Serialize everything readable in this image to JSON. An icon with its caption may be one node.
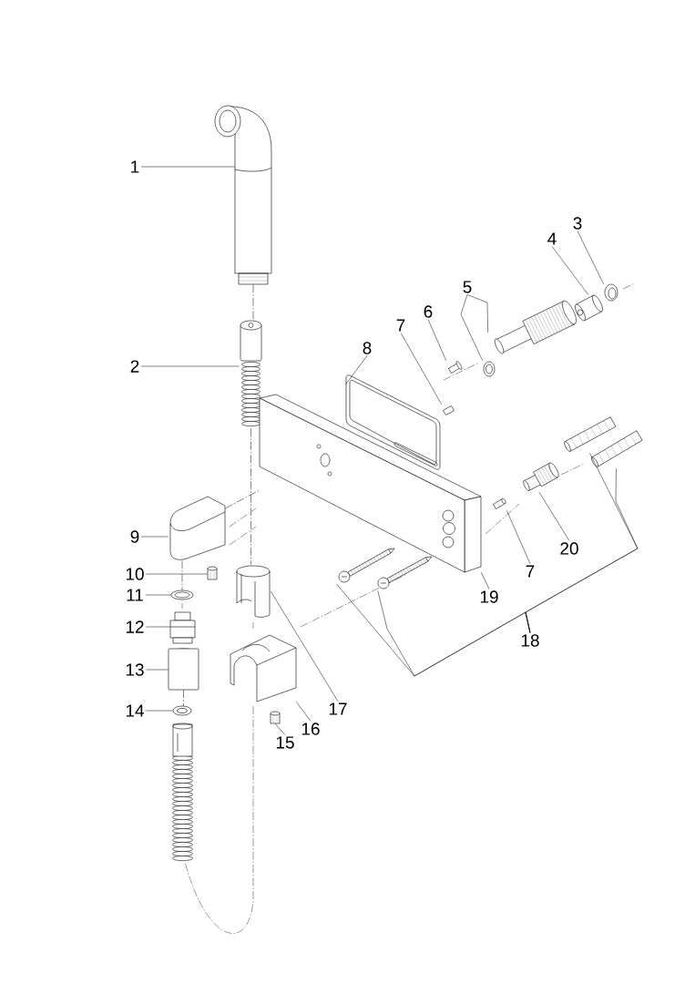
{
  "diagram": {
    "nodes": [
      {
        "text": [
          "1"
        ]
      },
      {
        "text": [],
        "shape": "picture"
      },
      {
        "text": [
          "3"
        ]
      },
      {
        "text": [],
        "shape": "picture"
      },
      {
        "text": [
          "4"
        ]
      },
      {
        "text": [],
        "shape": "picture"
      },
      {
        "text": [
          "5"
        ]
      },
      {
        "text": [],
        "shape": "picture"
      },
      {
        "text": [],
        "shape": "picture"
      },
      {
        "text": [
          "6"
        ]
      },
      {
        "text": [],
        "shape": "picture"
      },
      {
        "text": [
          "7"
        ]
      },
      {
        "text": [],
        "shape": "picture"
      },
      {
        "text": [
          "8"
        ]
      },
      {
        "text": [],
        "shape": "picture"
      },
      {
        "text": [
          "2"
        ]
      },
      {
        "text": [],
        "shape": "picture"
      },
      {
        "text": [
          "9"
        ]
      },
      {
        "text": [],
        "shape": "picture"
      },
      {
        "text": [
          "20"
        ]
      },
      {
        "text": [],
        "shape": "picture"
      },
      {
        "text": [
          "7"
        ]
      },
      {
        "text": [],
        "shape": "picture"
      },
      {
        "text": [
          "10"
        ]
      },
      {
        "text": [],
        "shape": "picture"
      },
      {
        "text": [
          "11"
        ]
      },
      {
        "text": [],
        "shape": "picture"
      },
      {
        "text": [
          "19"
        ]
      },
      {
        "text": [],
        "shape": "picture"
      },
      {
        "text": [
          "12"
        ]
      },
      {
        "text": [],
        "shape": "picture"
      },
      {
        "text": [
          "18"
        ]
      },
      {
        "text": [],
        "shape": "picture"
      },
      {
        "text": [],
        "shape": "picture"
      },
      {
        "text": [],
        "shape": "picture"
      },
      {
        "text": [],
        "shape": "picture"
      },
      {
        "text": [
          "13"
        ]
      },
      {
        "text": [],
        "shape": "picture"
      },
      {
        "text": [
          "17"
        ]
      },
      {
        "text": [],
        "shape": "picture"
      },
      {
        "text": [
          "14"
        ]
      },
      {
        "text": [],
        "shape": "picture"
      },
      {
        "text": [
          "16"
        ]
      },
      {
        "text": [],
        "shape": "picture"
      },
      {
        "text": [
          "15"
        ]
      },
      {
        "text": [],
        "shape": "picture"
      }
    ],
    "edges": [
      {
        "from": 0,
        "to": 1,
        "arrow": "none"
      },
      {
        "from": 2,
        "to": 3,
        "arrow": "none"
      },
      {
        "from": 4,
        "to": 5,
        "arrow": "none"
      },
      {
        "from": 6,
        "to": 7,
        "arrow": "none"
      },
      {
        "from": 6,
        "to": 8,
        "arrow": "none"
      },
      {
        "from": 9,
        "to": 10,
        "arrow": "none"
      },
      {
        "from": 11,
        "to": 12,
        "arrow": "none"
      },
      {
        "from": 13,
        "to": 14,
        "arrow": "none"
      },
      {
        "from": 15,
        "to": 16,
        "arrow": "none"
      },
      {
        "from": 17,
        "to": 18,
        "arrow": "none"
      },
      {
        "from": 19,
        "to": 20,
        "arrow": "none"
      },
      {
        "from": 21,
        "to": 22,
        "arrow": "none"
      },
      {
        "from": 23,
        "to": 24,
        "arrow": "none"
      },
      {
        "from": 25,
        "to": 26,
        "arrow": "none"
      },
      {
        "from": 27,
        "to": 28,
        "arrow": "none"
      },
      {
        "from": 29,
        "to": 30,
        "arrow": "none"
      },
      {
        "from": 31,
        "to": 32,
        "arrow": "none"
      },
      {
        "from": 31,
        "to": 33,
        "arrow": "none"
      },
      {
        "from": 31,
        "to": 34,
        "arrow": "none"
      },
      {
        "from": 31,
        "to": 35,
        "arrow": "none"
      },
      {
        "from": 36,
        "to": 37,
        "arrow": "none"
      },
      {
        "from": 38,
        "to": 39,
        "arrow": "none"
      },
      {
        "from": 40,
        "to": 41,
        "arrow": "none"
      },
      {
        "from": 42,
        "to": 43,
        "arrow": "none"
      },
      {
        "from": 44,
        "to": 45,
        "arrow": "none"
      },
      {
        "from": 1,
        "to": 16,
        "arrow": "none",
        "style": "dashed"
      },
      {
        "from": 16,
        "to": 39,
        "arrow": "none",
        "style": "dashed"
      },
      {
        "from": 18,
        "to": 26,
        "arrow": "none",
        "style": "dashed"
      },
      {
        "from": 37,
        "to": 41,
        "arrow": "none",
        "style": "dashed"
      },
      {
        "from": 18,
        "to": 28,
        "arrow": "none",
        "style": "dashed"
      }
    ]
  }
}
